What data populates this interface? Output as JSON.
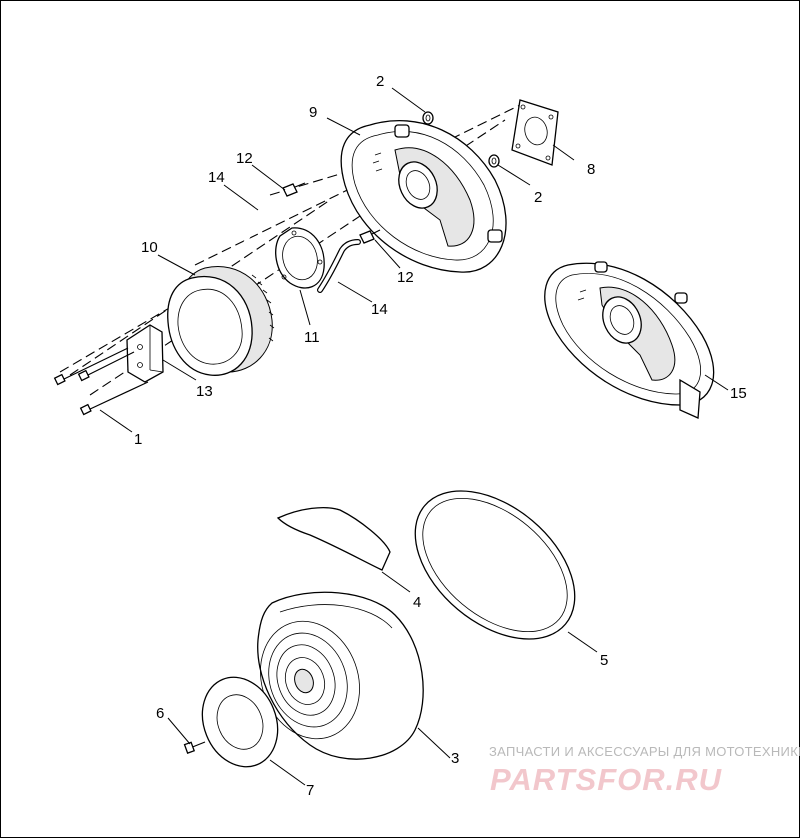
{
  "diagram": {
    "callouts": [
      "1",
      "2",
      "2",
      "3",
      "4",
      "5",
      "6",
      "7",
      "8",
      "9",
      "10",
      "11",
      "12",
      "12",
      "13",
      "14",
      "14",
      "15"
    ]
  },
  "watermark": {
    "tagline": "ЗАПЧАСТИ И АКСЕССУАРЫ ДЛЯ МОТОТЕХНИКИ",
    "brand": "PARTSFOR.RU"
  }
}
